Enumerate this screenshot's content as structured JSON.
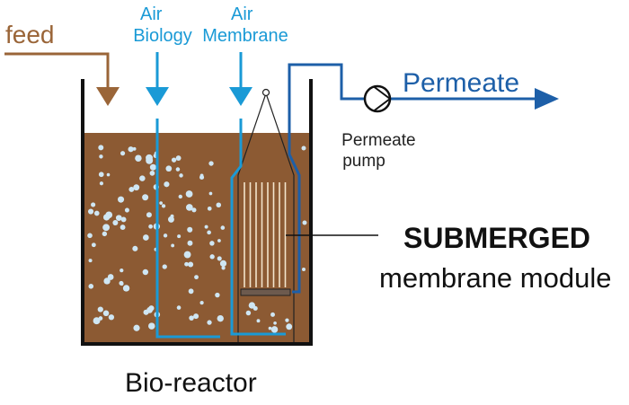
{
  "labels": {
    "feed": "feed",
    "air_biology_1": "Air",
    "air_biology_2": "Biology",
    "air_membrane_1": "Air",
    "air_membrane_2": "Membrane",
    "permeate": "Permeate",
    "permeate_pump_1": "Permeate",
    "permeate_pump_2": "pump",
    "submerged": "SUBMERGED",
    "membrane_module": "membrane module",
    "bioreactor": "Bio-reactor"
  },
  "colors": {
    "feed": "#9a6538",
    "air": "#1a9ad6",
    "permeate": "#1d5fa8",
    "sludge": "#8c5a33",
    "bubble": "#cfe6f3"
  }
}
